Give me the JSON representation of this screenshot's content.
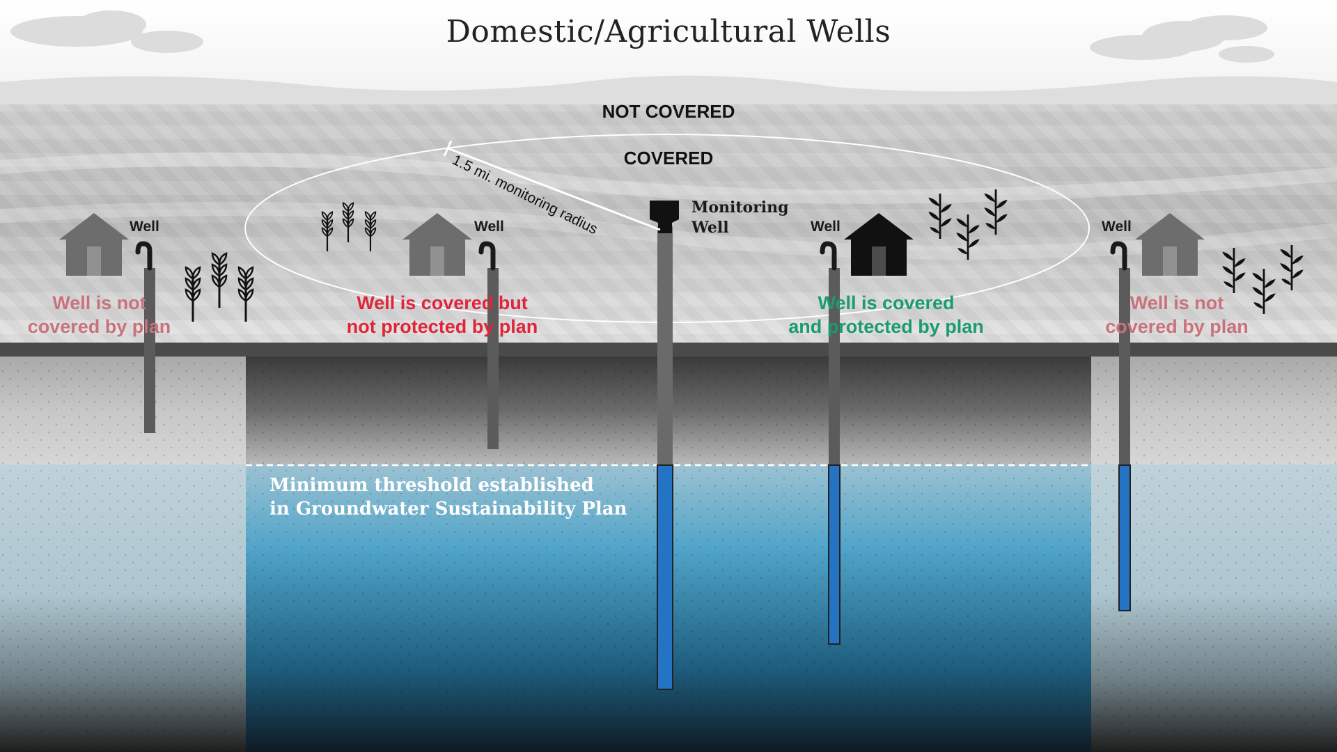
{
  "title": "Domestic/Agricultural Wells",
  "zones": {
    "not_covered": "NOT COVERED",
    "covered": "COVERED"
  },
  "radius_label": "1.5 mi. monitoring radius",
  "monitoring_well": {
    "line1": "Monitoring",
    "line2": "Well"
  },
  "well_word": "Well",
  "labels": {
    "left": {
      "line1": "Well is not",
      "line2": "covered by plan",
      "color": "#c9727c"
    },
    "center_left": {
      "line1": "Well is covered but",
      "line2": "not protected by plan",
      "color": "#e0253a"
    },
    "center_right": {
      "line1": "Well is covered",
      "line2": "and protected by plan",
      "color": "#1a9c6e"
    },
    "right": {
      "line1": "Well is not",
      "line2": "covered by plan",
      "color": "#c9727c"
    }
  },
  "threshold": {
    "line1": "Minimum threshold established",
    "line2": "in Groundwater Sustainability Plan"
  },
  "colors": {
    "well_water": "#2574c4",
    "house_gray": "#6d6d6d",
    "house_dark": "#111111"
  }
}
